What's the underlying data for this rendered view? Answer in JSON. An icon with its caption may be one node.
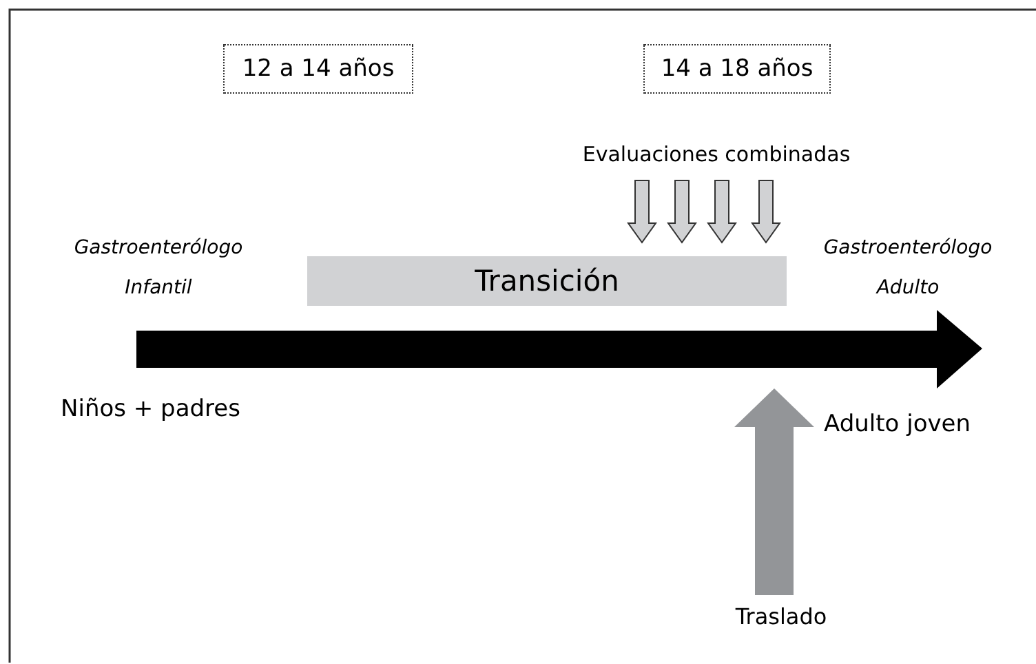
{
  "diagram": {
    "nodes": [
      {
        "text": [
          "12 a 14 años"
        ]
      },
      {
        "text": [
          "14 a 18 años"
        ]
      },
      {
        "text": [
          "Evaluaciones combinadas"
        ]
      },
      {
        "text": [
          "Transición"
        ]
      },
      {
        "text": [
          "Traslado"
        ]
      }
    ],
    "edges": [
      {
        "from": 2,
        "to": 3,
        "arrow": "to"
      },
      {
        "from": 2,
        "to": 3,
        "arrow": "to"
      },
      {
        "from": 2,
        "to": 3,
        "arrow": "to"
      },
      {
        "from": 2,
        "to": 3,
        "arrow": "to"
      },
      {
        "from": 4,
        "to": null,
        "arrow": "to",
        "style": "thick",
        "color": "#939598"
      }
    ],
    "labels": [
      "Gastroenterólogo Infantil",
      "Gastroenterólogo Adulto",
      "Niños + padres",
      "Adulto joven"
    ]
  }
}
